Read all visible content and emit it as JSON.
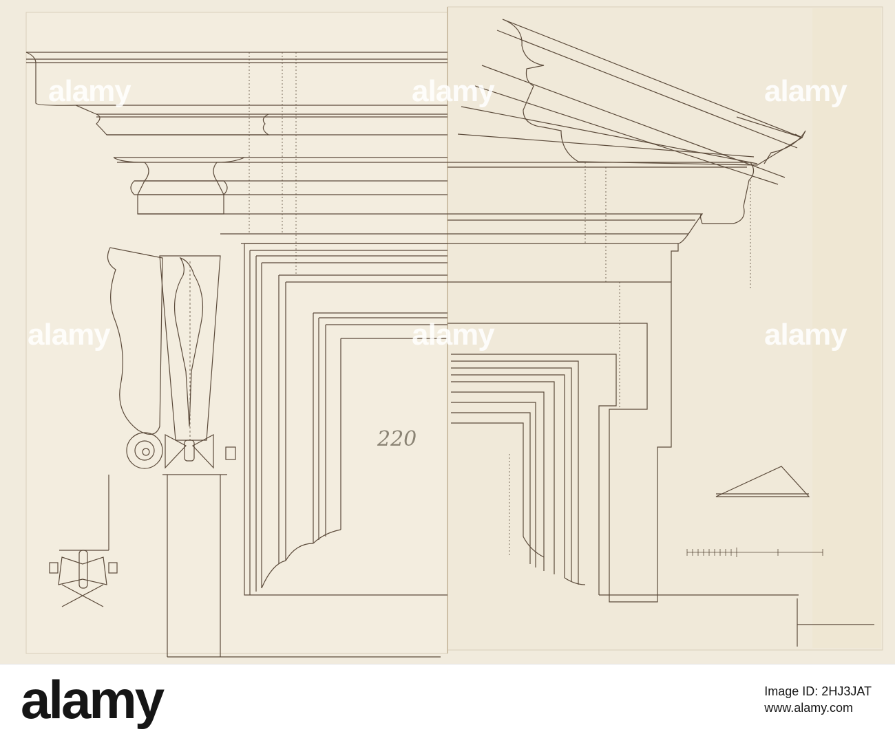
{
  "drawing": {
    "annotation": "220",
    "ink_color": "#5b4a3a",
    "paper_color": "#f1ebdd"
  },
  "watermarks": [
    "alamy",
    "alamy",
    "alamy",
    "alamy",
    "alamy",
    "alamy"
  ],
  "footer": {
    "logo": "alamy",
    "image_id": "Image ID: 2HJ3JAT",
    "url": "www.alamy.com"
  }
}
